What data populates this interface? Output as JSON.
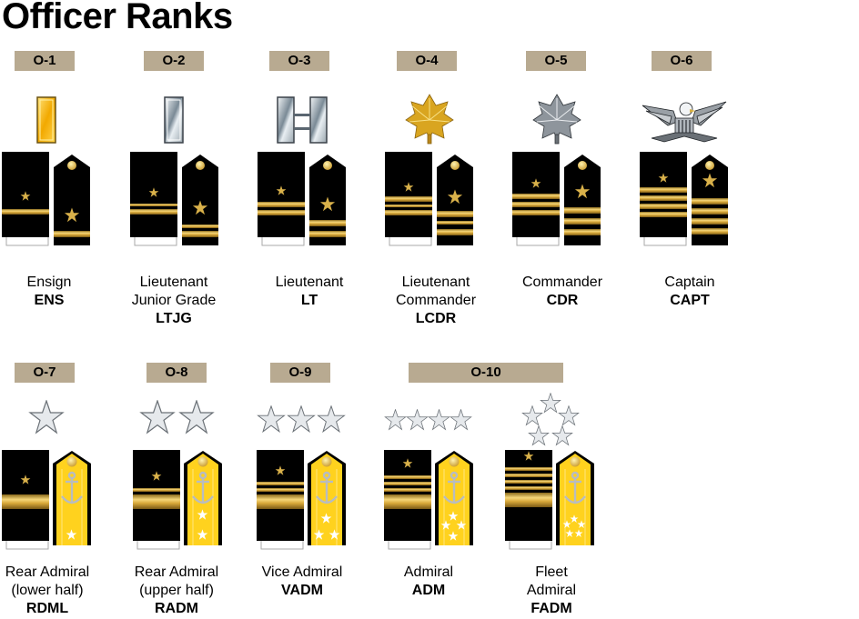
{
  "title": "Officer Ranks",
  "colors": {
    "grade_badge": "#b8aa91",
    "board_black": "#000000",
    "gold": "#e8b830",
    "flag_yellow": "#ffd21e",
    "silver": "#c8ccd0"
  },
  "rows": [
    {
      "ranks": [
        {
          "grade": "O-1",
          "name_lines": [
            "Ensign"
          ],
          "abbr": "ENS",
          "insignia": "gold-bar-icon",
          "sleeve_stripes": "1 wide",
          "shoulder_stripes": "1 wide"
        },
        {
          "grade": "O-2",
          "name_lines": [
            "Lieutenant",
            "Junior Grade"
          ],
          "abbr": "LTJG",
          "insignia": "silver-bar-icon",
          "sleeve_stripes": "1 wide + 1 narrow",
          "shoulder_stripes": "1 wide + 1 narrow"
        },
        {
          "grade": "O-3",
          "name_lines": [
            "Lieutenant"
          ],
          "abbr": "LT",
          "insignia": "silver-double-bar-icon",
          "sleeve_stripes": "2 wide",
          "shoulder_stripes": "2 wide"
        },
        {
          "grade": "O-4",
          "name_lines": [
            "Lieutenant",
            "Commander"
          ],
          "abbr": "LCDR",
          "insignia": "gold-oak-leaf-icon",
          "sleeve_stripes": "2 wide + 1 narrow",
          "shoulder_stripes": "2 wide + 1 narrow"
        },
        {
          "grade": "O-5",
          "name_lines": [
            "Commander"
          ],
          "abbr": "CDR",
          "insignia": "silver-oak-leaf-icon",
          "sleeve_stripes": "3 wide",
          "shoulder_stripes": "3 wide"
        },
        {
          "grade": "O-6",
          "name_lines": [
            "Captain"
          ],
          "abbr": "CAPT",
          "insignia": "silver-eagle-icon",
          "sleeve_stripes": "4 wide",
          "shoulder_stripes": "4 wide"
        }
      ]
    },
    {
      "ranks": [
        {
          "grade": "O-7",
          "name_lines": [
            "Rear Admiral",
            "(lower half)"
          ],
          "abbr": "RDML",
          "insignia": "one-star-icon",
          "sleeve_stripes": "1 broad",
          "shoulder_stars": 1
        },
        {
          "grade": "O-8",
          "name_lines": [
            "Rear Admiral",
            "(upper half)"
          ],
          "abbr": "RADM",
          "insignia": "two-stars-icon",
          "sleeve_stripes": "1 broad + 1 narrow",
          "shoulder_stars": 2
        },
        {
          "grade": "O-9",
          "name_lines": [
            "Vice Admiral"
          ],
          "abbr": "VADM",
          "insignia": "three-stars-icon",
          "sleeve_stripes": "1 broad + 2 narrow",
          "shoulder_stars": 3
        },
        {
          "grade": "O-10",
          "name_lines": [
            "Admiral"
          ],
          "abbr": "ADM",
          "insignia": "four-stars-icon",
          "sleeve_stripes": "1 broad + 3 narrow",
          "shoulder_stars": 4
        },
        {
          "grade": "O-10",
          "name_lines": [
            "Fleet",
            "Admiral"
          ],
          "abbr": "FADM",
          "insignia": "five-stars-pentagon-icon",
          "sleeve_stripes": "1 broad + 4 narrow",
          "shoulder_stars": 5
        }
      ]
    }
  ],
  "grade_headers": [
    {
      "label": "O-1"
    },
    {
      "label": "O-2"
    },
    {
      "label": "O-3"
    },
    {
      "label": "O-4"
    },
    {
      "label": "O-5"
    },
    {
      "label": "O-6"
    },
    {
      "label": "O-7"
    },
    {
      "label": "O-8"
    },
    {
      "label": "O-9"
    },
    {
      "label": "O-10"
    }
  ]
}
